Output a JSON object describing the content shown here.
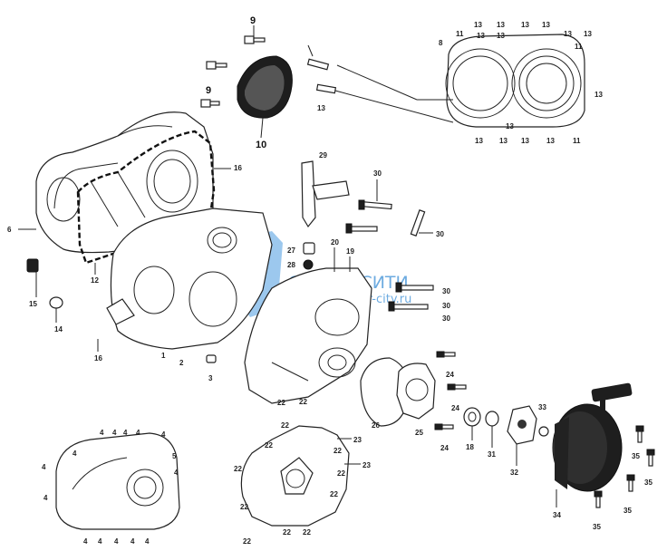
{
  "watermark": {
    "name": "СКУТЕР СИТИ",
    "url": "www.scooter-city.ru"
  },
  "callouts": {
    "c9a": "9",
    "c9b": "9",
    "c10": "10",
    "c13_top": [
      "13",
      "13",
      "13",
      "13",
      "13",
      "13",
      "13",
      "13"
    ],
    "c13_right": "13",
    "c13_bl1": "13",
    "c13_bl2": "13",
    "c13_bl3": "13",
    "c13_bl4": "13",
    "c13_bl5": "13",
    "c13_left": "13",
    "c8": "8",
    "c11a": "11",
    "c11b": "11",
    "c11c": "11",
    "c16a": "16",
    "c16b": "16",
    "c6": "6",
    "c12": "12",
    "c15": "15",
    "c14": "14",
    "c1": "1",
    "c2": "2",
    "c3": "3",
    "c29": "29",
    "c30a": "30",
    "c30b": "30",
    "c30c": "30",
    "c30d": "30",
    "c30e": "30",
    "c27": "27",
    "c28": "28",
    "c20": "20",
    "c19": "19",
    "c24a": "24",
    "c24b": "24",
    "c24c": "24",
    "c26": "26",
    "c25": "25",
    "c18": "18",
    "c31": "31",
    "c32": "32",
    "c33": "33",
    "c34": "34",
    "c35": [
      "35",
      "35",
      "35",
      "35"
    ],
    "c22": [
      "22",
      "22",
      "22",
      "22",
      "22",
      "22",
      "22",
      "22",
      "22",
      "22",
      "22",
      "22"
    ],
    "c23": [
      "23",
      "23"
    ],
    "c4": [
      "4",
      "4",
      "4",
      "4",
      "4",
      "4",
      "4",
      "4",
      "4",
      "4",
      "4",
      "4",
      "4",
      "4"
    ],
    "c5": "5"
  }
}
